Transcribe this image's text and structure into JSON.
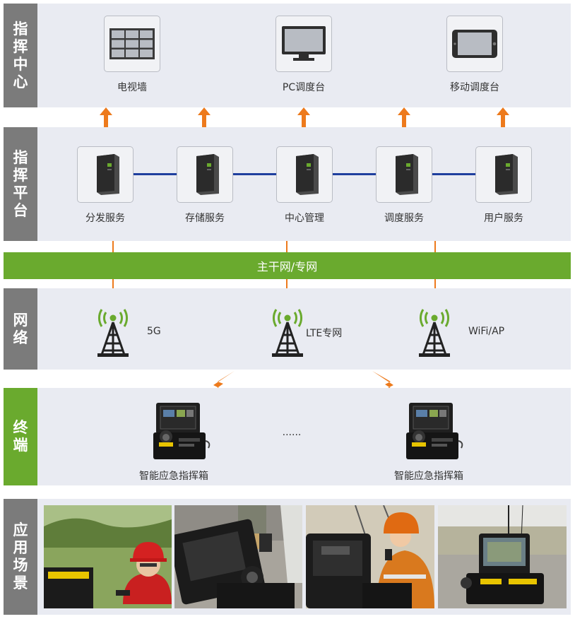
{
  "command_center": {
    "title": "指挥中心",
    "title_chars": [
      "指",
      "挥",
      "中",
      "心"
    ],
    "devices": [
      {
        "label": "电视墙",
        "icon": "video-wall-icon"
      },
      {
        "label": "PC调度台",
        "icon": "pc-monitor-icon"
      },
      {
        "label": "移动调度台",
        "icon": "tablet-icon"
      }
    ]
  },
  "platform": {
    "title": "指挥平台",
    "title_chars": [
      "指",
      "挥",
      "平",
      "台"
    ],
    "servers": [
      {
        "label": "分发服务"
      },
      {
        "label": "存储服务"
      },
      {
        "label": "中心管理"
      },
      {
        "label": "调度服务"
      },
      {
        "label": "用户服务"
      }
    ]
  },
  "backbone": {
    "label": "主干网/专网"
  },
  "network": {
    "title": "网络",
    "title_chars": [
      "网",
      "络"
    ],
    "towers": [
      {
        "label": "5G"
      },
      {
        "label": "LTE专网"
      },
      {
        "label": "WiFi/AP"
      }
    ]
  },
  "terminal": {
    "title": "终端",
    "title_chars": [
      "终",
      "端"
    ],
    "items": [
      {
        "label": "智能应急指挥箱"
      },
      {
        "label": "智能应急指挥箱"
      }
    ],
    "ellipsis": "......"
  },
  "scenarios": {
    "title": "应用场景",
    "title_chars": [
      "应",
      "用",
      "场",
      "景"
    ]
  },
  "colors": {
    "gray_header": "#7b7b7b",
    "green": "#6aaa2e",
    "band": "#e9ebf2",
    "arrow": "#ed7a1c",
    "link": "#1f3f9e"
  }
}
